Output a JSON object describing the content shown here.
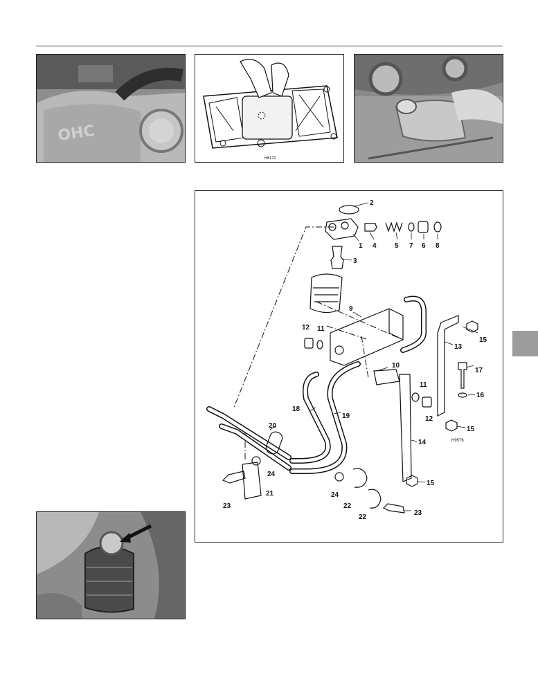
{
  "diagram": {
    "labels": {
      "p1": "1",
      "p2": "2",
      "p3": "3",
      "p4": "4",
      "p5": "5",
      "p6": "6",
      "p7": "7",
      "p8": "8",
      "p9": "9",
      "p10": "10",
      "p11a": "11",
      "p11b": "11",
      "p12a": "12",
      "p12b": "12",
      "p13": "13",
      "p14": "14",
      "p15a": "15",
      "p15b": "15",
      "p15c": "15",
      "p16": "16",
      "p17": "17",
      "p18": "18",
      "p19": "19",
      "p20": "20",
      "p21": "21",
      "p22a": "22",
      "p22b": "22",
      "p23a": "23",
      "p23b": "23",
      "p24a": "24",
      "p24b": "24"
    },
    "ref_code": "H9576"
  },
  "photos": {
    "engine_cover_text": "OHC",
    "drawing_ref": "H8172"
  },
  "colors": {
    "tab": "#9c9c9c",
    "line": "#111111"
  }
}
